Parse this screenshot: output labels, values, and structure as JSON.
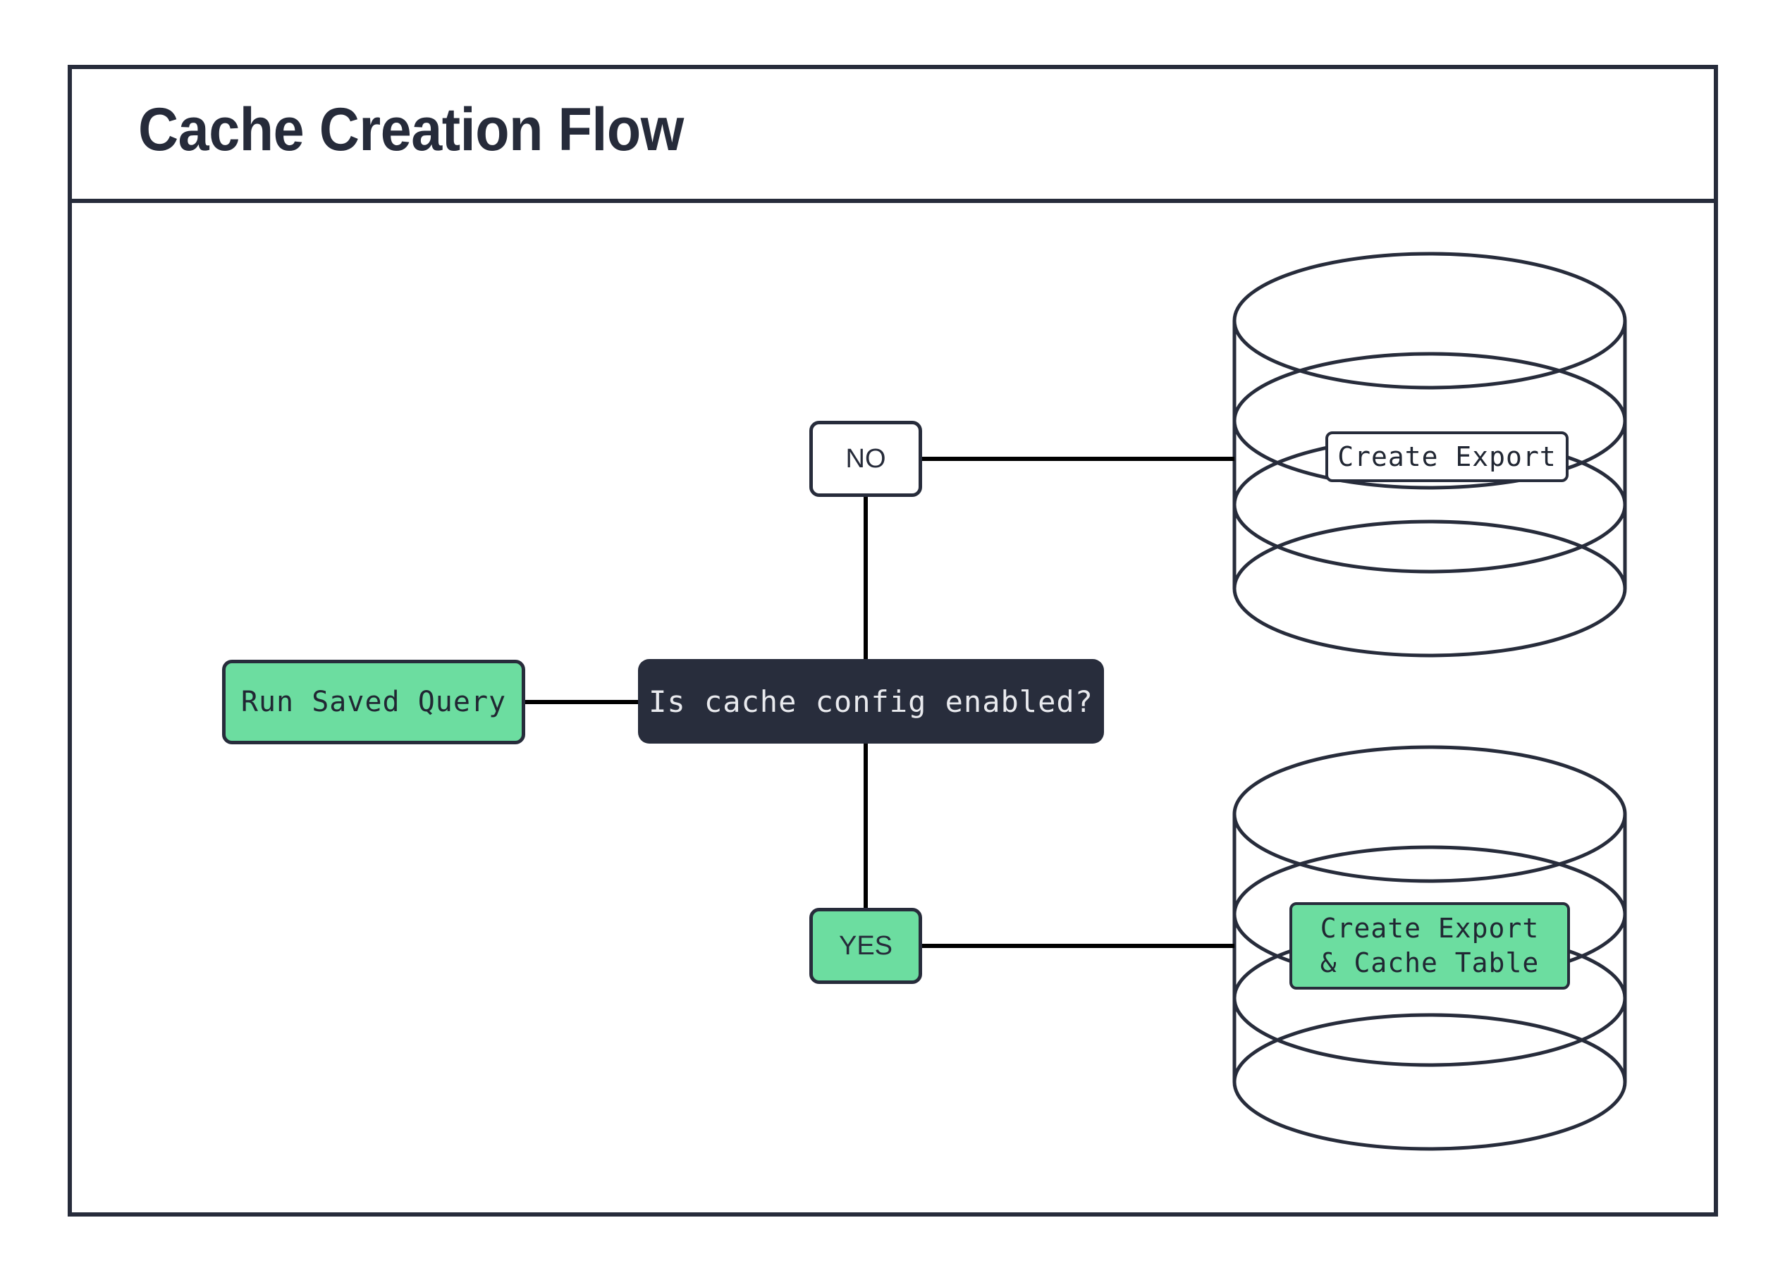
{
  "diagram": {
    "title": "Cache Creation Flow",
    "colors": {
      "stroke": "#272C3B",
      "dark_fill": "#282D3C",
      "green_fill": "#6CDDA0",
      "white_fill": "#FFFFFF",
      "dark_text": "#262B3A",
      "light_text": "#E9EAEE",
      "edge": "#000000"
    },
    "nodes": {
      "run_saved_query": {
        "label": "Run Saved Query",
        "shape": "rounded-rect",
        "fill": "green"
      },
      "decision": {
        "label": "Is cache config enabled?",
        "shape": "rounded-rect",
        "fill": "dark"
      },
      "branch_no": {
        "label": "NO",
        "shape": "rounded-rect",
        "fill": "white"
      },
      "branch_yes": {
        "label": "YES",
        "shape": "rounded-rect",
        "fill": "green"
      },
      "cylinder_top": {
        "shape": "database-cylinder",
        "label": "Create Export",
        "label_fill": "white"
      },
      "cylinder_bottom": {
        "shape": "database-cylinder",
        "label_line1": "Create Export",
        "label_line2": "& Cache Table",
        "label_fill": "green"
      }
    },
    "edges": [
      {
        "from": "run_saved_query",
        "to": "decision",
        "label": ""
      },
      {
        "from": "decision",
        "to": "branch_no",
        "label": ""
      },
      {
        "from": "branch_no",
        "to": "cylinder_top",
        "label": ""
      },
      {
        "from": "decision",
        "to": "branch_yes",
        "label": ""
      },
      {
        "from": "branch_yes",
        "to": "cylinder_bottom",
        "label": ""
      }
    ]
  }
}
